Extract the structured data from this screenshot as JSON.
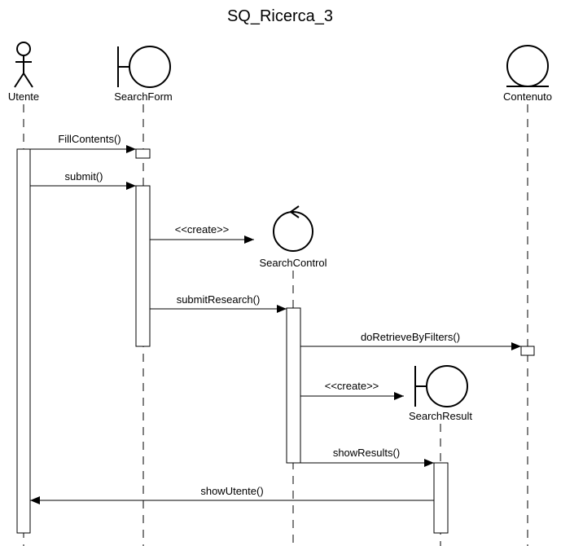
{
  "title": "SQ_Ricerca_3",
  "participants": [
    {
      "id": "utente",
      "label": "Utente",
      "kind": "actor"
    },
    {
      "id": "searchform",
      "label": "SearchForm",
      "kind": "boundary"
    },
    {
      "id": "searchcontrol",
      "label": "SearchControl",
      "kind": "control"
    },
    {
      "id": "searchresult",
      "label": "SearchResult",
      "kind": "boundary"
    },
    {
      "id": "contenuto",
      "label": "Contenuto",
      "kind": "entity"
    }
  ],
  "messages": [
    {
      "label": "FillContents()",
      "from": "utente",
      "to": "searchform"
    },
    {
      "label": "submit()",
      "from": "utente",
      "to": "searchform"
    },
    {
      "label": "<<create>>",
      "from": "searchform",
      "to": "searchcontrol"
    },
    {
      "label": "submitResearch()",
      "from": "searchform",
      "to": "searchcontrol"
    },
    {
      "label": "doRetrieveByFilters()",
      "from": "searchcontrol",
      "to": "contenuto"
    },
    {
      "label": "<<create>>",
      "from": "searchcontrol",
      "to": "searchresult"
    },
    {
      "label": "showResults()",
      "from": "searchcontrol",
      "to": "searchresult"
    },
    {
      "label": "showUtente()",
      "from": "searchresult",
      "to": "utente"
    }
  ]
}
